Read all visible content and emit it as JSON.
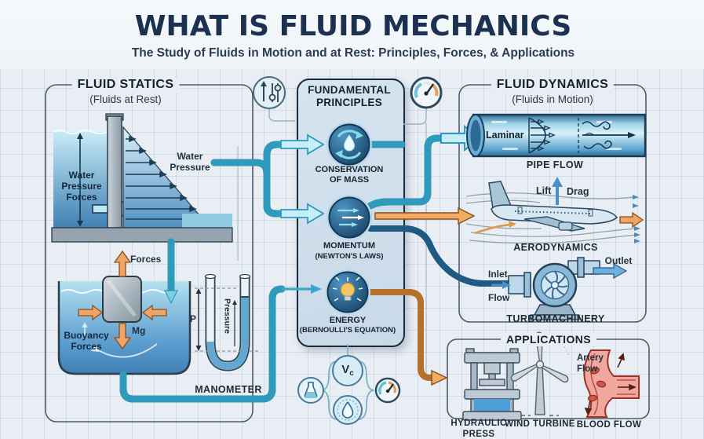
{
  "header": {
    "title": "WHAT IS FLUID MECHANICS",
    "subtitle": "The Study of Fluids in Motion and at Rest: Principles, Forces, & Applications"
  },
  "statics": {
    "title": "FLUID STATICS",
    "subtitle": "(Fluids at Rest)",
    "dam_force_label": "Water Pressure Forces",
    "dam_pressure_label": "Water Pressure",
    "buoyancy_forces_label": "Forces",
    "buoyancy_weight_label": "Mg",
    "buoyancy_label": "Buoyancy Forces",
    "manometer_caption": "MANOMETER",
    "manometer_p_label": "P",
    "manometer_pressure_label": "Pressure"
  },
  "principles": {
    "title": "FUNDAMENTAL PRINCIPLES",
    "items": [
      {
        "icon": "mass-conservation-icon",
        "label": "CONSERVATION OF MASS",
        "sublabel": ""
      },
      {
        "icon": "momentum-flow-icon",
        "label": "MOMENTUM",
        "sublabel": "(NEWTON'S LAWS)"
      },
      {
        "icon": "energy-bulb-icon",
        "label": "ENERGY",
        "sublabel": "(BERNOULLI'S EQUATION)"
      }
    ]
  },
  "dynamics": {
    "title": "FLUID DYNAMICS",
    "subtitle": "(Fluids in Motion)",
    "pipe_flow": {
      "caption": "PIPE FLOW",
      "regime_label": "Laminar"
    },
    "aerodynamics": {
      "caption": "AERODYNAMICS",
      "lift": "Lift",
      "drag": "Drag"
    },
    "turbomachinery": {
      "caption": "TURBOMACHINERY",
      "inlet_line1": "Inlet",
      "inlet_line2": "Flow",
      "outlet": "Outlet"
    }
  },
  "applications": {
    "title": "APPLICATIONS",
    "items": [
      {
        "icon": "hydraulic-press-icon",
        "label": "HYDRAULIC PRESS"
      },
      {
        "icon": "wind-turbine-icon",
        "label": "WIND TURBINE"
      },
      {
        "icon": "blood-flow-icon",
        "label": "BLOOD FLOW",
        "annotation": "Artery Flow"
      }
    ]
  },
  "connectors": {
    "vc_symbol": "V",
    "vc_subscript": "c"
  },
  "colors": {
    "title_navy": "#1c3050",
    "accent_cyan": "#35a8cc",
    "accent_orange": "#e09858",
    "accent_blue": "#3f7fb0",
    "panel_fill": "#cfdeeb",
    "water_deep": "#3f80b5",
    "water_light": "#bfe7f2",
    "artery_red": "#d05848"
  }
}
